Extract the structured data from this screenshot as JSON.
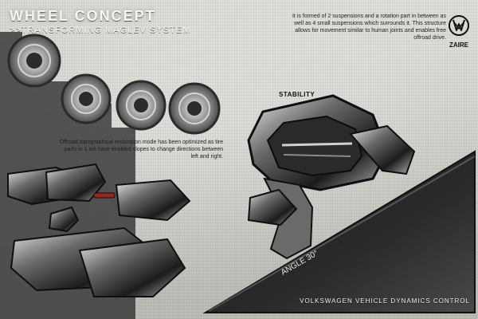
{
  "header": {
    "title": "WHEEL CONCEPT",
    "subtitle": ">>TRANSFORMING MAGLEV SYSTEM"
  },
  "brand": {
    "logo_icon": "volkswagen-logo-icon",
    "label": "ZAIRE"
  },
  "descriptions": {
    "structure_text": "It is formed of 2 suspensions and a rotation part in between as well as 4 small suspensions which surrounds it. This structure allows for movement similar to human joints and enables free offroad drive.",
    "offroad_text": "Offroad topographical restoration mode has been optimized as tire parts in 1 set have enabled slopes to change directions between left and right."
  },
  "labels": {
    "stability": "STABILITY",
    "angle": "ANGLE 30°",
    "footer": "VOLKSWAGEN VEHICLE DYNAMICS CONTROL"
  },
  "colors": {
    "background": "#cfcfca",
    "dark_metal": "#1b1b1b",
    "mid_metal": "#5b5b5b",
    "highlight": "#d8d8d8",
    "accent_red": "#a0231f"
  }
}
